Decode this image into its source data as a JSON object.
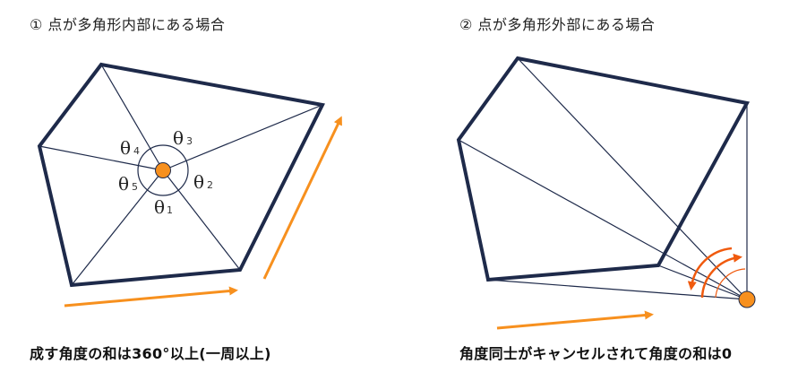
{
  "colors": {
    "polygon_stroke": "#1e2a4a",
    "line_stroke": "#1e2a4a",
    "point_fill": "#f7901e",
    "arrow": "#f7901e",
    "arc": "#f05a0e"
  },
  "left_figure": {
    "heading": "① 点が多角形内部にある場合",
    "caption": "成す角度の和は360°以上(一周以上)",
    "angle_labels": [
      {
        "symbol": "θ",
        "index": "1"
      },
      {
        "symbol": "θ",
        "index": "2"
      },
      {
        "symbol": "θ",
        "index": "3"
      },
      {
        "symbol": "θ",
        "index": "4"
      },
      {
        "symbol": "θ",
        "index": "5"
      }
    ],
    "icons": [
      "interior-point-icon",
      "direction-arrow-icon"
    ]
  },
  "right_figure": {
    "heading": "② 点が多角形外部にある場合",
    "caption": "角度同士がキャンセルされて角度の和は0",
    "icons": [
      "exterior-point-icon",
      "cancel-arc-arrow-icon",
      "direction-arrow-icon"
    ]
  }
}
